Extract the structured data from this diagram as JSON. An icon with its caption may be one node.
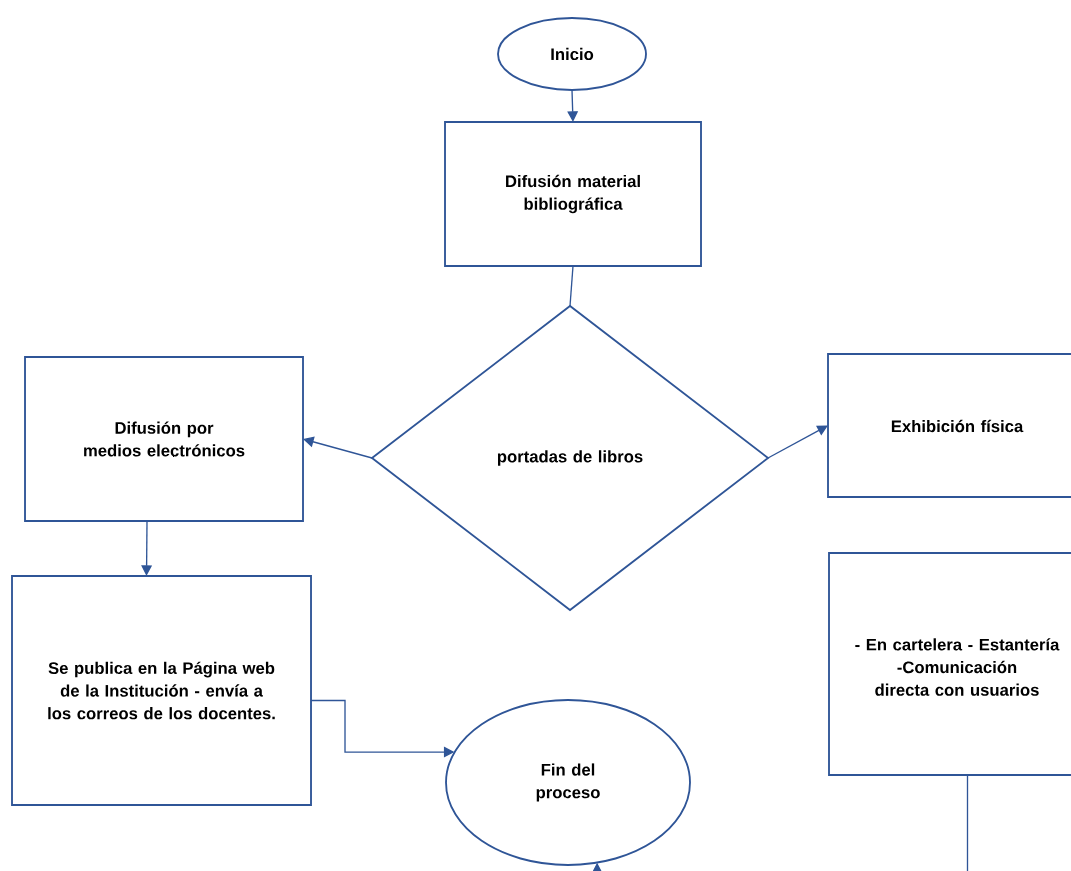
{
  "diagram": {
    "nodes": [
      {
        "text": [
          "Inicio"
        ]
      },
      {
        "text": [
          "Difusión material bibliográfica"
        ]
      },
      {
        "text": [
          "portadas de libros"
        ]
      },
      {
        "text": [
          "Difusión por medios electrónicos"
        ]
      },
      {
        "text": [
          "Exhibición física"
        ]
      },
      {
        "text": [
          "Se publica en la Página web de la Institución - envía a los correos de los docentes."
        ]
      },
      {
        "text": [
          "Fin del proceso"
        ]
      },
      {
        "text": [
          "- En cartelera - Estantería -Comunicación directa con usuarios"
        ]
      }
    ],
    "edges": [
      {
        "from": 0,
        "to": 1,
        "arrow": "to"
      },
      {
        "from": 1,
        "to": 2,
        "arrow": "none"
      },
      {
        "from": 2,
        "to": 3,
        "arrow": "to"
      },
      {
        "from": 2,
        "to": 4,
        "arrow": "to"
      },
      {
        "from": 3,
        "to": 5,
        "arrow": "to"
      },
      {
        "from": 5,
        "to": 6,
        "arrow": "to"
      },
      {
        "from": 7,
        "to": 6,
        "arrow": "to"
      }
    ]
  }
}
